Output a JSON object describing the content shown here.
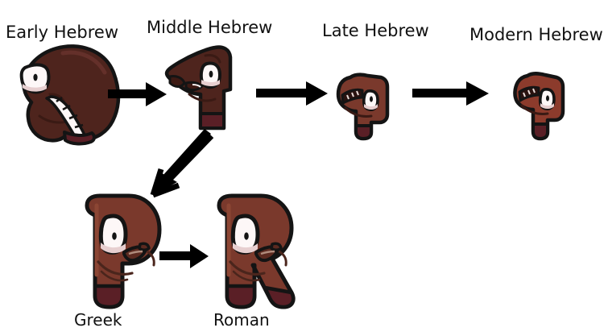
{
  "diagram": {
    "title_present": false,
    "background_color": "#ffffff",
    "colors": {
      "body_brown": "#4e241d",
      "body_brown_light": "#7a392c",
      "body_red": "#8c3b2c",
      "body_dark_maroon": "#5a1f26",
      "outline": "#141414",
      "eye_white": "#fdf7f7",
      "eye_pink": "#e7cfd0",
      "pupil": "#141414",
      "arrow": "#000000",
      "text": "#111111"
    },
    "top_row": [
      {
        "id": "early-hebrew",
        "label": "Early Hebrew",
        "letter_form": "blob",
        "eye_count": 1,
        "mouth": "striped-teeth"
      },
      {
        "id": "middle-hebrew",
        "label": "Middle Hebrew",
        "letter_form": "triangle-stem",
        "eye_count": 1,
        "mouth": "open-smile"
      },
      {
        "id": "late-hebrew",
        "label": "Late Hebrew",
        "letter_form": "hook",
        "eye_count": 1,
        "mouth": "slanted-teeth"
      },
      {
        "id": "modern-hebrew",
        "label": "Modern Hebrew",
        "letter_form": "hook-slim",
        "eye_count": 1,
        "mouth": "slanted-teeth"
      }
    ],
    "bottom_row": [
      {
        "id": "greek",
        "label": "Greek",
        "letter_form": "P",
        "eye_count": 1,
        "mouth": "smirk"
      },
      {
        "id": "roman",
        "label": "Roman",
        "letter_form": "R",
        "eye_count": 1,
        "mouth": "smirk"
      }
    ],
    "arrows": [
      {
        "id": "arrow-early-to-middle",
        "direction": "right"
      },
      {
        "id": "arrow-middle-to-late",
        "direction": "right"
      },
      {
        "id": "arrow-late-to-modern",
        "direction": "right"
      },
      {
        "id": "arrow-middle-to-greek",
        "direction": "down-left"
      },
      {
        "id": "arrow-greek-to-roman",
        "direction": "right"
      }
    ]
  }
}
